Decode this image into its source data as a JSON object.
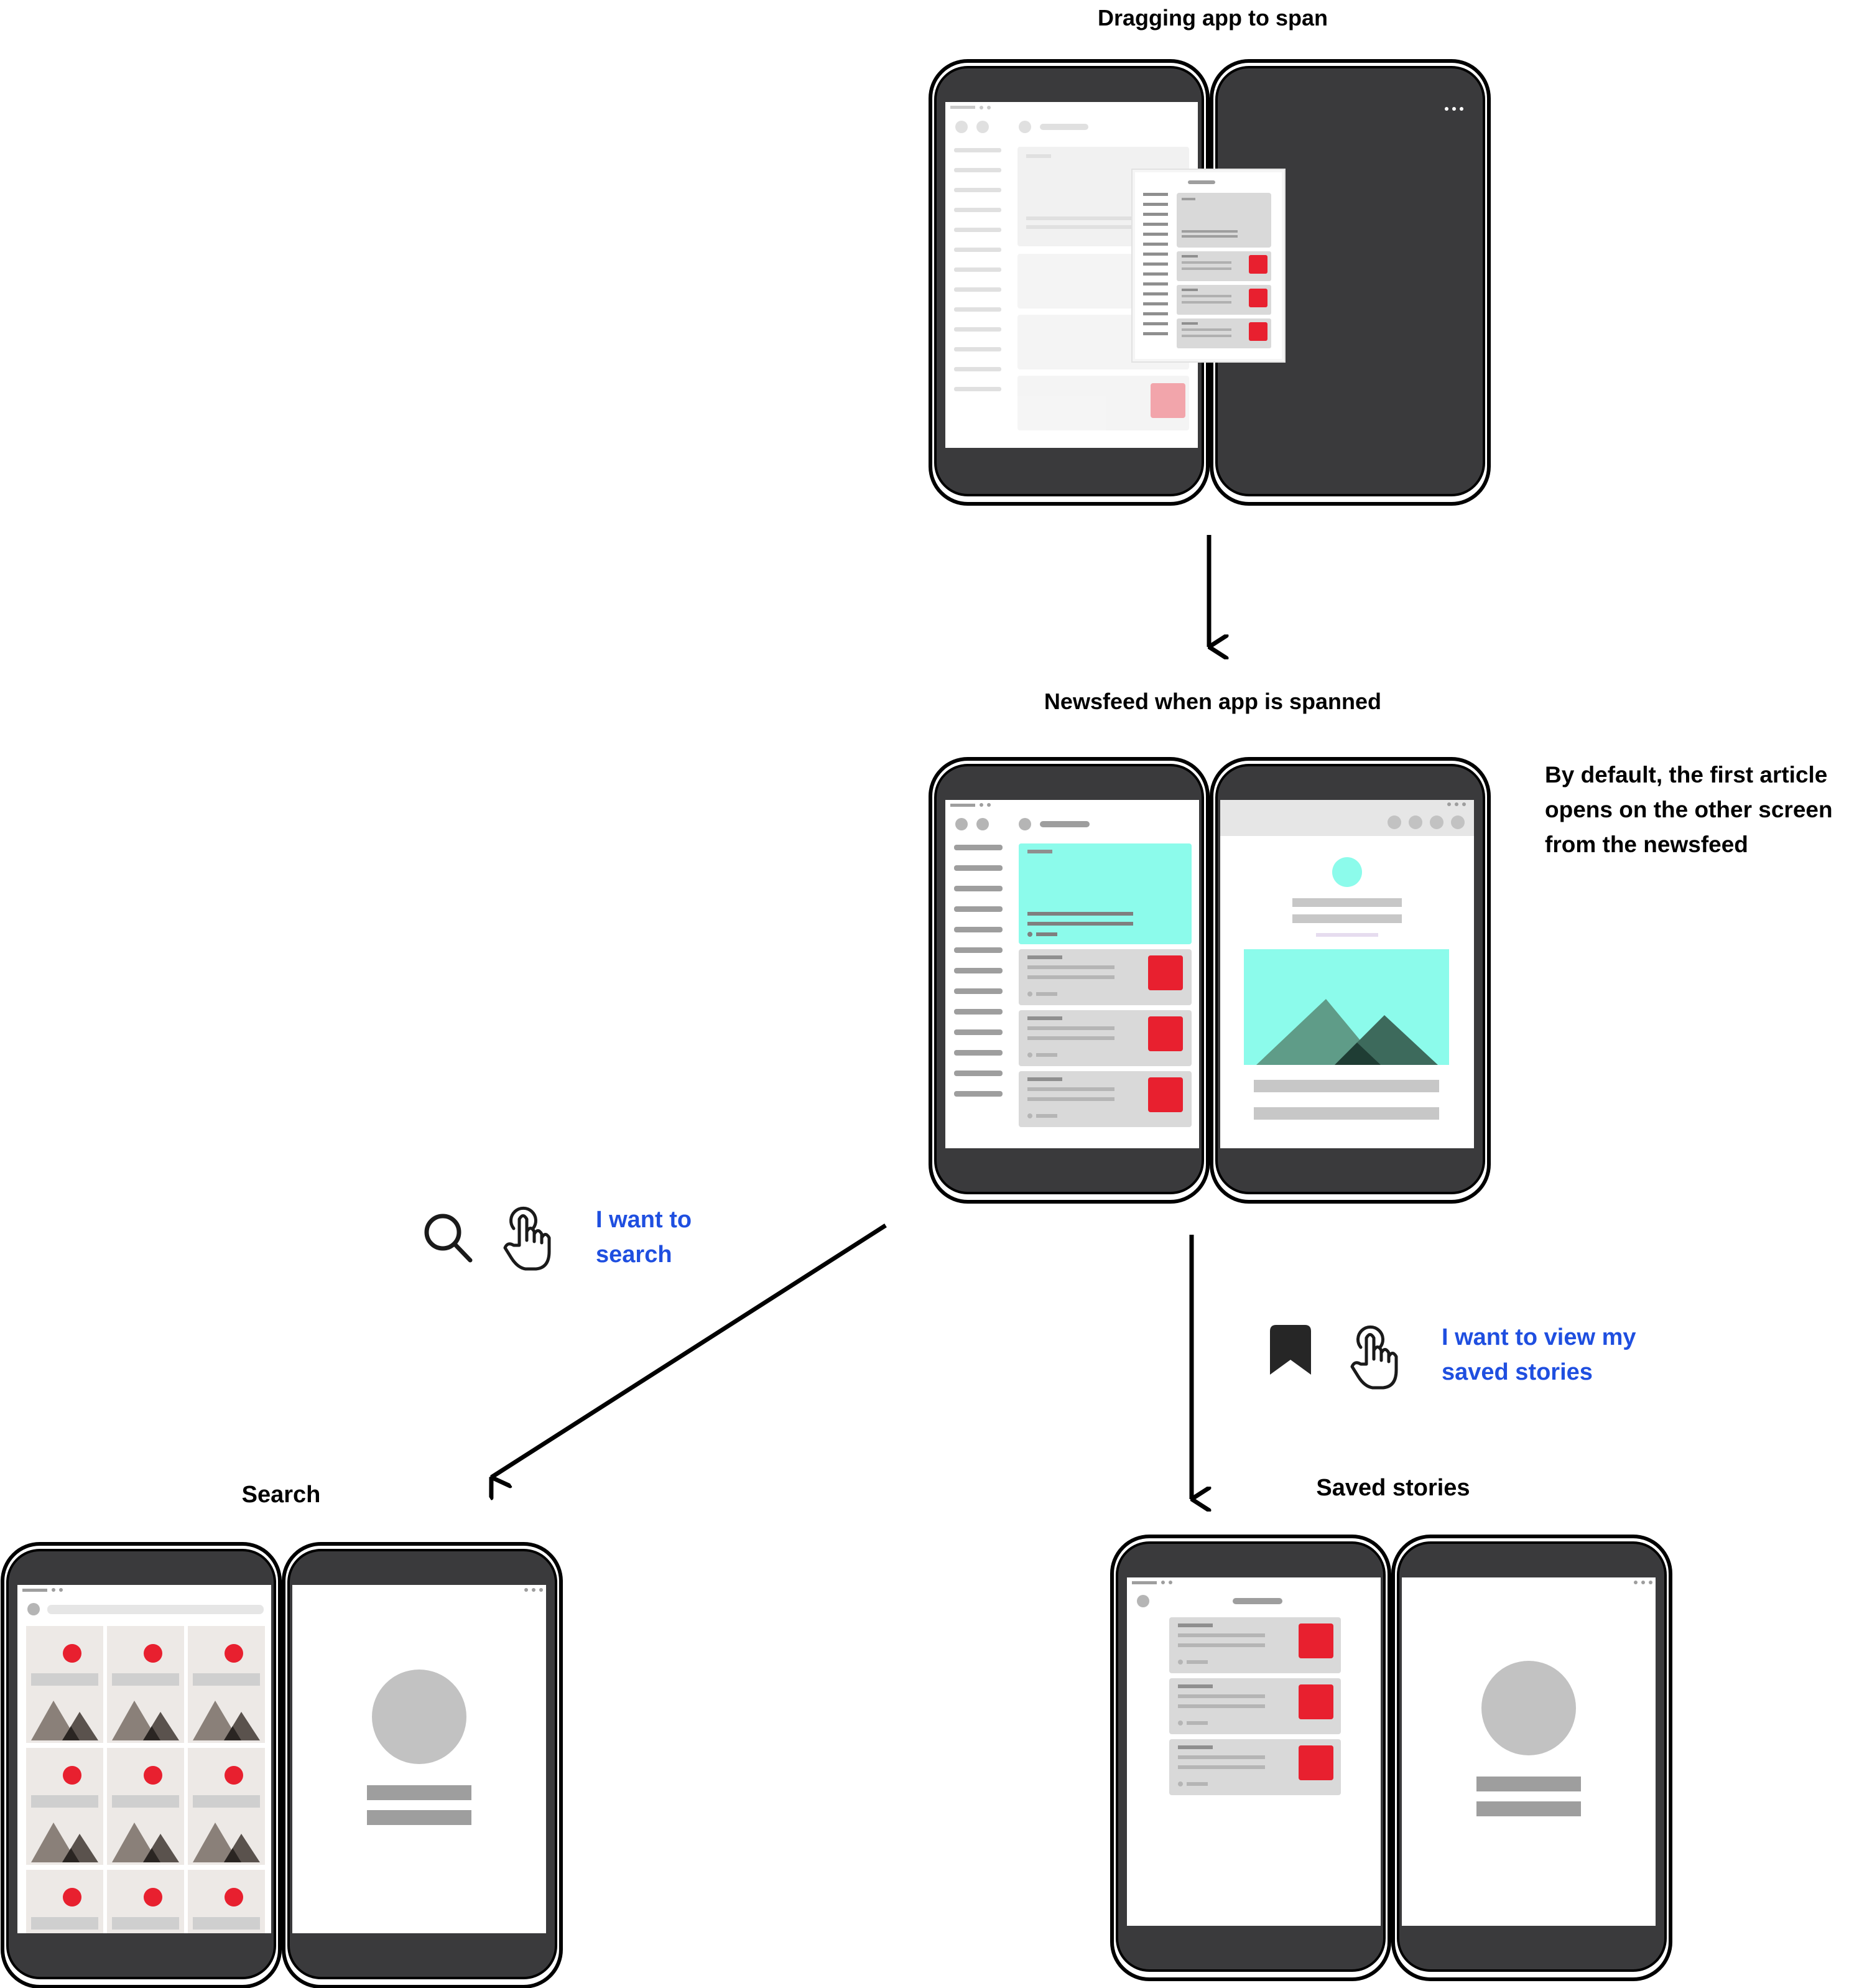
{
  "titles": {
    "dragging": "Dragging app to span",
    "spanned": "Newsfeed when app is spanned",
    "search": "Search",
    "saved": "Saved stories"
  },
  "note": {
    "line1": "By default, the first article",
    "line2": "opens on the other screen",
    "line3": "from the newsfeed"
  },
  "actions": {
    "search": {
      "line1": "I want to",
      "line2": "search",
      "icons": [
        "search-icon",
        "hand-tap-icon"
      ]
    },
    "saved": {
      "line1": "I want to view my",
      "line2": "saved stories",
      "icons": [
        "bookmark-icon",
        "hand-tap-icon"
      ]
    }
  },
  "colors": {
    "device": "#3a3a3c",
    "screen": "#ffffff",
    "placeholder": "#d9d9d9",
    "accent_teal": "#8cfbeb",
    "accent_red": "#e8202f",
    "link_blue": "#1f4fe0",
    "mountain_dark": "#3d6a5c",
    "mountain_light": "#5f9c88"
  }
}
